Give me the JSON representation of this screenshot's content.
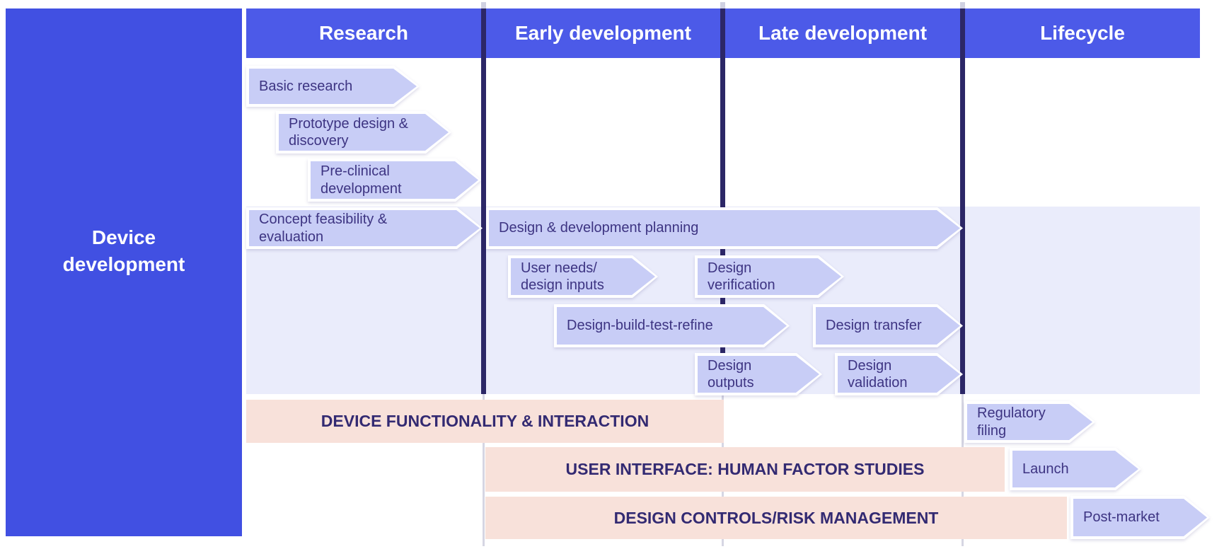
{
  "sidebar": {
    "title": "Device development"
  },
  "header": {
    "columns": [
      {
        "label": "Research"
      },
      {
        "label": "Early development"
      },
      {
        "label": "Late development"
      },
      {
        "label": "Lifecycle"
      }
    ]
  },
  "arrows": [
    {
      "id": "basic-research",
      "label": "Basic research"
    },
    {
      "id": "prototype-design-discovery",
      "label": "Prototype design & discovery"
    },
    {
      "id": "preclinical-development",
      "label": "Pre-clinical development"
    },
    {
      "id": "concept-feasibility-evaluation",
      "label": "Concept feasibility & evaluation"
    },
    {
      "id": "design-development-planning",
      "label": "Design & development planning"
    },
    {
      "id": "user-needs-design-inputs",
      "label": "User needs/ design inputs"
    },
    {
      "id": "design-verification",
      "label": "Design verification"
    },
    {
      "id": "design-build-test-refine",
      "label": "Design-build-test-refine"
    },
    {
      "id": "design-transfer",
      "label": "Design transfer"
    },
    {
      "id": "design-outputs",
      "label": "Design outputs"
    },
    {
      "id": "design-validation",
      "label": "Design validation"
    },
    {
      "id": "regulatory-filing",
      "label": "Regulatory filing"
    },
    {
      "id": "launch",
      "label": "Launch"
    },
    {
      "id": "post-market",
      "label": "Post-market"
    }
  ],
  "bands": [
    {
      "label": "DEVICE FUNCTIONALITY & INTERACTION"
    },
    {
      "label": "USER INTERFACE: HUMAN FACTOR STUDIES"
    },
    {
      "label": "DESIGN CONTROLS/RISK MANAGEMENT"
    }
  ],
  "colors": {
    "sidebar_blue": "#4150e2",
    "header_blue": "#4c5ae8",
    "divider_navy": "#2c2767",
    "arrow_lavender": "#c8cdf6",
    "panel_lavender": "#eaecfb",
    "band_pink": "#f8e1da",
    "text_indigo": "#3d3482"
  }
}
